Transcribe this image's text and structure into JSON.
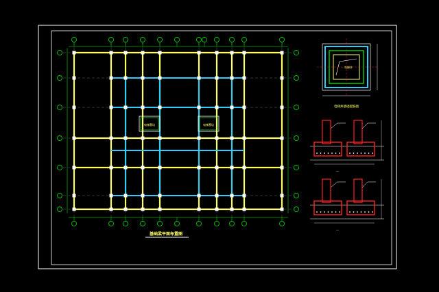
{
  "plan": {
    "title": "基础梁平面布置图",
    "lift_labels": [
      "电梯基坑",
      "电梯基坑"
    ]
  },
  "details": {
    "pit_label": "电梯井",
    "section_title": "电梯井基础配筋图",
    "section_labels": [
      "—",
      "—"
    ]
  },
  "colors": {
    "background": "#000000",
    "frame": "#ffffff",
    "axis": "#00ff00",
    "beam": "#ffff66",
    "beam_blue": "#33ccff",
    "column": "#ffffff",
    "rebar": "#ff2222",
    "text": "#ffff66"
  },
  "icons": [
    "axis-bubble-icon",
    "column-icon"
  ]
}
